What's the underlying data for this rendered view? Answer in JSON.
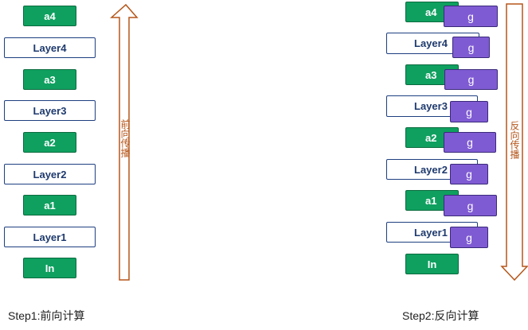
{
  "forward": {
    "boxes": [
      "a4",
      "Layer4",
      "a3",
      "Layer3",
      "a2",
      "Layer2",
      "a1",
      "Layer1",
      "In"
    ],
    "arrow_label": "前向传播",
    "caption": "Step1:前向计算"
  },
  "backward": {
    "boxes": [
      "a4",
      "Layer4",
      "a3",
      "Layer3",
      "a2",
      "Layer2",
      "a1",
      "Layer1",
      "In"
    ],
    "grad_label": "g",
    "arrow_label": "反向传播",
    "caption": "Step2:反向计算"
  },
  "colors": {
    "activation": "#0fa060",
    "layer_border": "#1e3f80",
    "gradient": "#7f5bd3",
    "arrow": "#b5561a"
  }
}
